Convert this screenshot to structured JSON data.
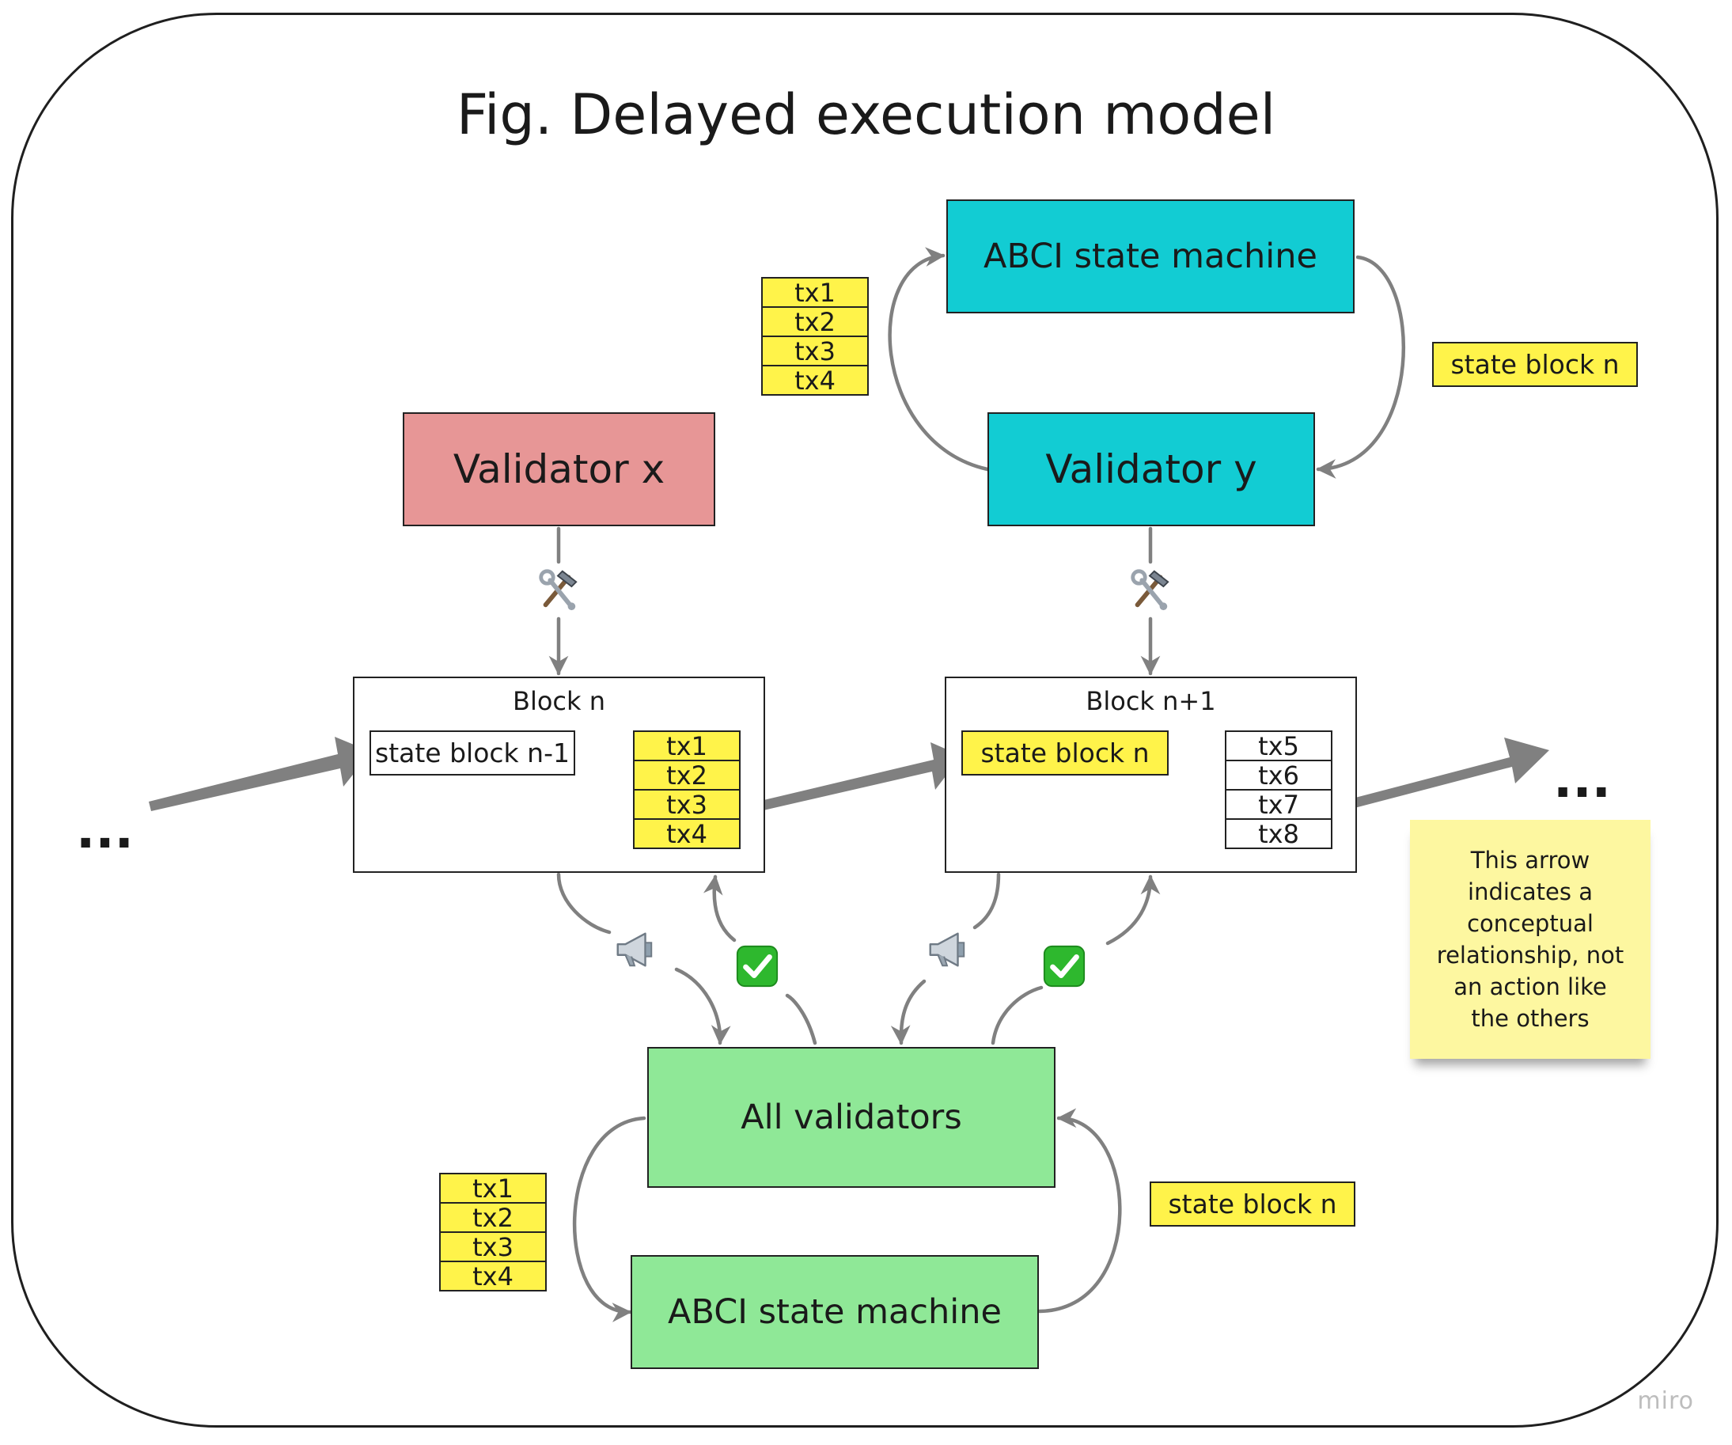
{
  "title": "Fig. Delayed execution model",
  "nodes": {
    "abci_top": "ABCI state machine",
    "validator_x": "Validator x",
    "validator_y": "Validator y",
    "all_validators": "All validators",
    "abci_bottom": "ABCI state machine"
  },
  "blocks": {
    "block_n": {
      "title": "Block n",
      "state": "state block n-1",
      "txs": [
        "tx1",
        "tx2",
        "tx3",
        "tx4"
      ]
    },
    "block_n1": {
      "title": "Block n+1",
      "state": "state block n",
      "txs": [
        "tx5",
        "tx6",
        "tx7",
        "tx8"
      ]
    }
  },
  "tx_stacks": {
    "top": [
      "tx1",
      "tx2",
      "tx3",
      "tx4"
    ],
    "bottom": [
      "tx1",
      "tx2",
      "tx3",
      "tx4"
    ]
  },
  "state_tags": {
    "top_right": "state block n",
    "bottom_right": "state block n"
  },
  "ellipsis": {
    "left": "...",
    "right": "..."
  },
  "sticky_note": "This arrow indicates a conceptual relationship, not an action like the others",
  "icons": {
    "build": "hammer-and-wrench-icon",
    "broadcast": "megaphone-icon",
    "vote": "check-mark-icon"
  },
  "colors": {
    "cyan": "#12ccd3",
    "red": "#e79696",
    "green": "#8fe897",
    "yellow": "#fff34a",
    "sticky": "#fdf7a0",
    "arrow": "#808080"
  },
  "watermark": "miro"
}
